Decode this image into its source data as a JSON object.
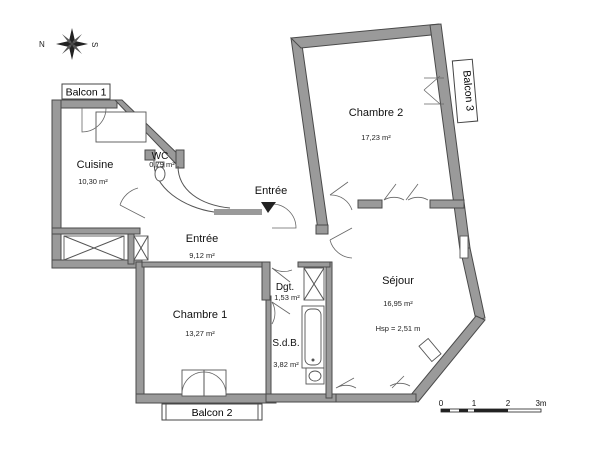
{
  "compass": {
    "north": "N",
    "south": "S"
  },
  "rooms": {
    "cuisine": {
      "name": "Cuisine",
      "area": "10,30 m²"
    },
    "wc": {
      "name": "WC",
      "area": "0,79 m²"
    },
    "entree": {
      "name": "Entrée",
      "area": "9,12 m²"
    },
    "chambre1": {
      "name": "Chambre 1",
      "area": "13,27 m²"
    },
    "chambre2": {
      "name": "Chambre 2",
      "area": "17,23 m²"
    },
    "dgt": {
      "name": "Dgt.",
      "area": "1,53 m²"
    },
    "sdb": {
      "name": "S.d.B.",
      "area": "3,82 m²"
    },
    "sejour": {
      "name": "Séjour",
      "area": "16,95 m²",
      "height": "Hsp = 2,51 m"
    }
  },
  "balconies": {
    "b1": "Balcon 1",
    "b2": "Balcon 2",
    "b3": "Balcon 3"
  },
  "entrance_label": "Entrée",
  "scale": {
    "ticks": [
      "0",
      "1",
      "2",
      "3m"
    ]
  }
}
